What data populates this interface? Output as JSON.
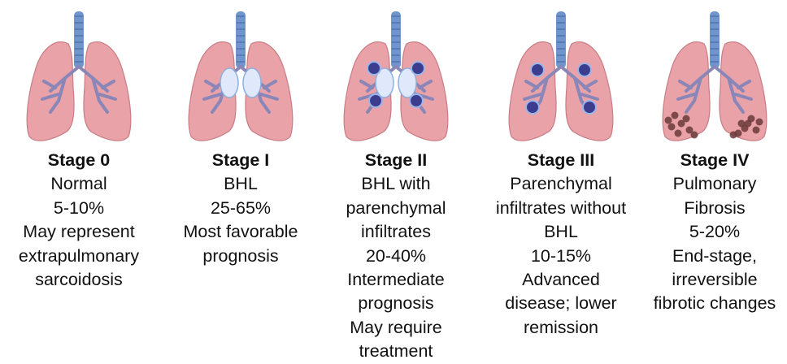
{
  "stages": [
    {
      "title": "Stage 0",
      "lines": [
        "Normal",
        "5-10%",
        "May represent",
        "extrapulmonary",
        "sarcoidosis"
      ],
      "variant": "normal"
    },
    {
      "title": "Stage I",
      "lines": [
        "BHL",
        "25-65%",
        "Most favorable",
        "prognosis"
      ],
      "variant": "bhl"
    },
    {
      "title": "Stage II",
      "lines": [
        "BHL with",
        "parenchymal",
        "infiltrates",
        "20-40%",
        "Intermediate",
        "prognosis",
        "May require",
        "treatment"
      ],
      "variant": "bhl-infiltrates"
    },
    {
      "title": "Stage III",
      "lines": [
        "Parenchymal",
        "infiltrates without",
        "BHL",
        "10-15%",
        "Advanced",
        "disease; lower",
        "remission"
      ],
      "variant": "infiltrates"
    },
    {
      "title": "Stage IV",
      "lines": [
        "Pulmonary",
        "Fibrosis",
        "5-20%",
        "End-stage,",
        "irreversible",
        "fibrotic changes"
      ],
      "variant": "fibrosis"
    }
  ],
  "colors": {
    "lung": "#e8a2a8",
    "lung_stroke": "#c97c84",
    "bronchi": "#8a86b8",
    "trachea": "#6f95cc",
    "node_fill": "#dfe9fb",
    "infiltrate": "#3d3d8f",
    "fibrosis": "#6b3a3a"
  }
}
